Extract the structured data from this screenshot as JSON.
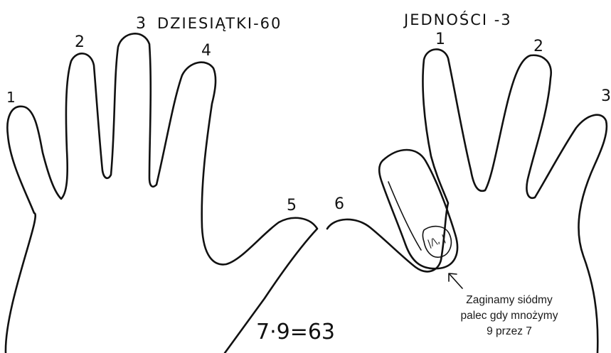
{
  "left_hand": {
    "title": "DZIESIĄTKI-60",
    "finger_numbers": [
      "1",
      "2",
      "3",
      "4",
      "5"
    ]
  },
  "right_hand": {
    "title": "JEDNOŚCI -3",
    "finger_numbers": [
      "6",
      "1",
      "2",
      "3"
    ]
  },
  "folded_finger": {
    "mark": "|/\\, |"
  },
  "equation": "7·9=63",
  "note": {
    "lines": [
      "Zaginamy siódmy",
      "palec gdy mnożymy",
      "9 przez 7"
    ]
  }
}
